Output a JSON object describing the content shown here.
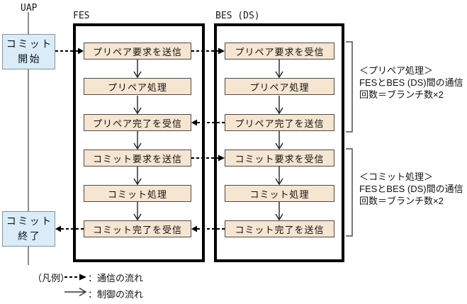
{
  "lanes": {
    "uap_label": "UAP",
    "fes_label": "FES",
    "bes_label": "BES (DS)"
  },
  "uap": {
    "commit_start": {
      "line1": "コミット",
      "line2": "開始"
    },
    "commit_end": {
      "line1": "コミット",
      "line2": "終了"
    }
  },
  "fes": {
    "steps": [
      "プリペア要求を送信",
      "プリペア処理",
      "プリペア完了を受信",
      "コミット要求を送信",
      "コミット処理",
      "コミット完了を受信"
    ]
  },
  "bes": {
    "steps": [
      "プリペア要求を受信",
      "プリペア処理",
      "プリペア完了を送信",
      "コミット要求を受信",
      "コミット処理",
      "コミット完了を送信"
    ]
  },
  "notes": {
    "prepare": {
      "title": "＜プリペア処理＞",
      "line1": "FESとBES (DS)間の通信",
      "line2": "回数＝ブランチ数×2"
    },
    "commit": {
      "title": "＜コミット処理＞",
      "line1": "FESとBES (DS)間の通信",
      "line2": "回数＝ブランチ数×2"
    }
  },
  "legend": {
    "label": "（凡例）",
    "comm_flow_label": "：通信の流れ",
    "control_flow_label": "：制御の流れ"
  },
  "colors": {
    "step_fill": "#f6e5d0",
    "uap_box_fill": "#d9ecf8",
    "uap_box_border": "#7f95a3",
    "container_border": "#000000",
    "timeline_gray": "#8c8c8c"
  }
}
